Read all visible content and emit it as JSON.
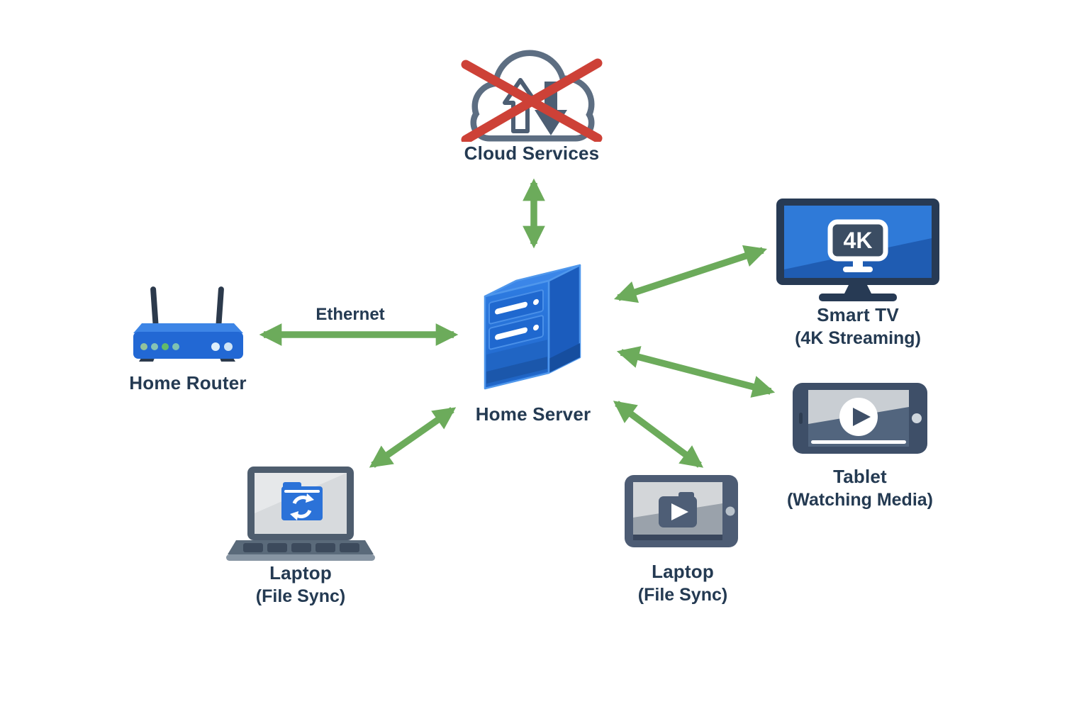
{
  "colors": {
    "background": "#ffffff",
    "arrow_green": "#6cab5b",
    "blocked_red": "#cd4137",
    "device_blue": "#2471d9",
    "slate_gray": "#4e5f75",
    "label_navy": "#243a52"
  },
  "nodes": {
    "cloud": {
      "label": "Cloud Services",
      "status": "blocked"
    },
    "server": {
      "label": "Home Server"
    },
    "router": {
      "label": "Home Router"
    },
    "smart_tv": {
      "label": "Smart TV",
      "sublabel": "(4K Streaming)",
      "screen_badge": "4K"
    },
    "tablet": {
      "label": "Tablet",
      "sublabel": "(Watching Media)"
    },
    "laptop": {
      "label": "Laptop",
      "sublabel": "(File Sync)"
    },
    "media_tablet": {
      "label": "Laptop",
      "sublabel": "(File Sync)"
    }
  },
  "edges": [
    {
      "from": "Home Server",
      "to": "Cloud Services",
      "type": "bidirectional",
      "label": ""
    },
    {
      "from": "Home Router",
      "to": "Home Server",
      "type": "bidirectional",
      "label": "Ethernet"
    },
    {
      "from": "Home Server",
      "to": "Smart TV",
      "type": "bidirectional",
      "label": ""
    },
    {
      "from": "Home Server",
      "to": "Tablet",
      "type": "bidirectional",
      "label": ""
    },
    {
      "from": "Home Server",
      "to": "Laptop (File Sync, lower right)",
      "type": "bidirectional",
      "label": ""
    },
    {
      "from": "Home Server",
      "to": "Laptop (File Sync, lower left)",
      "type": "bidirectional",
      "label": ""
    }
  ]
}
